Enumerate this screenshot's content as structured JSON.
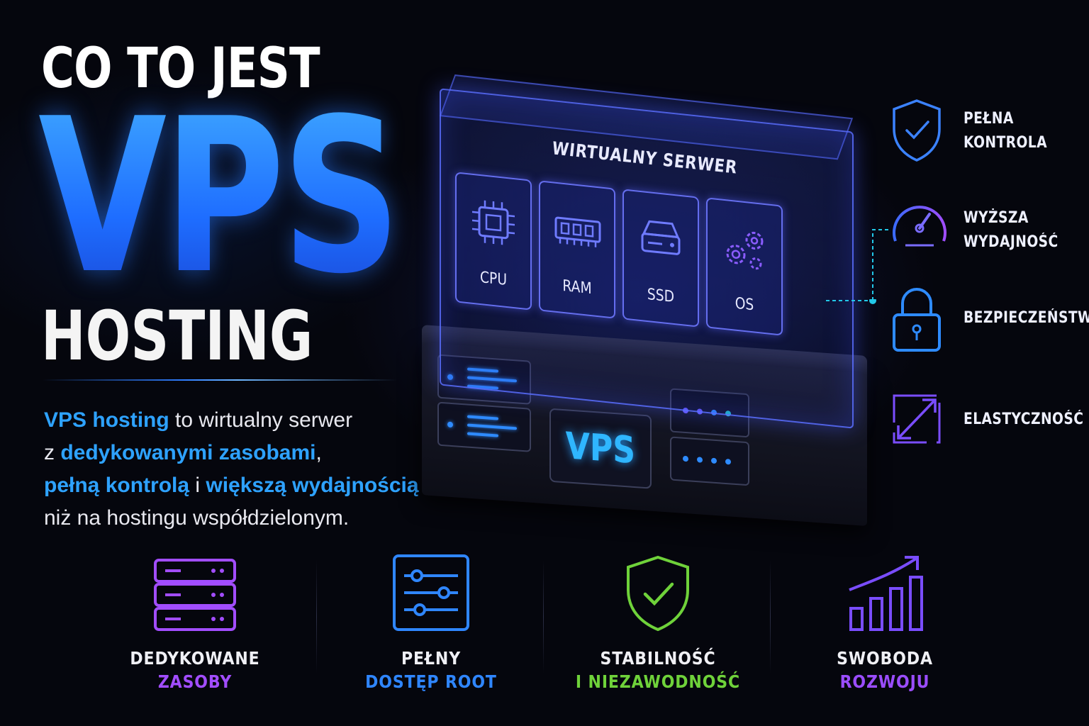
{
  "heading": {
    "line1": "CO TO JEST",
    "line2": "VPS",
    "line3": "HOSTING"
  },
  "description": {
    "p1_hl": "VPS hosting",
    "p1_rest": " to wirtualny serwer",
    "p2_pre": "z ",
    "p2_hl": "dedykowanymi zasobami",
    "p2_rest": ",",
    "p3_hl1": "pełną kontrolą",
    "p3_mid": " i ",
    "p3_hl2": "większą wydajnością",
    "p4": "niż na hostingu współdzielonym."
  },
  "virtual_server": {
    "title": "WIRTUALNY SERWER",
    "components": [
      {
        "label": "CPU",
        "icon": "cpu-icon"
      },
      {
        "label": "RAM",
        "icon": "ram-icon"
      },
      {
        "label": "SSD",
        "icon": "ssd-icon"
      },
      {
        "label": "OS",
        "icon": "gears-icon"
      }
    ],
    "server_badge": "VPS"
  },
  "features": [
    {
      "line1": "PEŁNA",
      "line2": "KONTROLA",
      "icon": "shield-check-icon"
    },
    {
      "line1": "WYŻSZA",
      "line2": "WYDAJNOŚĆ",
      "icon": "speedometer-icon"
    },
    {
      "line1": "BEZPIECZEŃSTWO",
      "line2": "",
      "icon": "padlock-icon"
    },
    {
      "line1": "ELASTYCZNOŚĆ",
      "line2": "",
      "icon": "expand-arrows-icon"
    }
  ],
  "benefits": [
    {
      "line1": "DEDYKOWANE",
      "line2": "ZASOBY",
      "icon": "server-stack-icon",
      "color": "#a24dff"
    },
    {
      "line1": "PEŁNY",
      "line2": "DOSTĘP ROOT",
      "icon": "sliders-icon",
      "color": "#2f86ff"
    },
    {
      "line1": "STABILNOŚĆ",
      "line2": "I NIEZAWODNOŚĆ",
      "icon": "shield-check-icon",
      "color": "#6fd23a"
    },
    {
      "line1": "SWOBODA",
      "line2": "ROZWOJU",
      "icon": "growth-chart-icon",
      "color": "#9b4dff"
    }
  ],
  "colors": {
    "accent_blue": "#2ea2ff",
    "accent_purple": "#a24dff",
    "accent_green": "#6fd23a",
    "background": "#05060d"
  }
}
